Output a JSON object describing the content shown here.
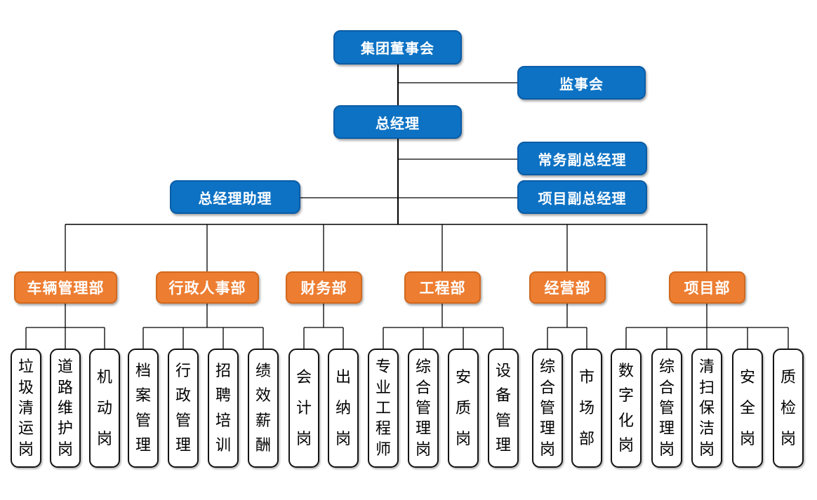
{
  "colors": {
    "executive_blue": "#0d72c4",
    "department_orange": "#ed7d31",
    "position_bg": "#ffffff",
    "position_border": "#141414",
    "line": "#000000"
  },
  "executive": {
    "board": "集团董事会",
    "supervisory": "监事会",
    "general_manager": "总经理",
    "deputy_gm_executive": "常务副总经理",
    "gm_assistant": "总经理助理",
    "deputy_gm_project": "项目副总经理"
  },
  "departments": [
    {
      "name": "车辆管理部",
      "positions": [
        "垃圾清运岗",
        "道路维护岗",
        "机动岗"
      ]
    },
    {
      "name": "行政人事部",
      "positions": [
        "档案管理",
        "行政管理",
        "招聘培训",
        "绩效薪酬"
      ]
    },
    {
      "name": "财务部",
      "positions": [
        "会计岗",
        "出纳岗"
      ]
    },
    {
      "name": "工程部",
      "positions": [
        "专业工程师",
        "综合管理岗",
        "安质岗",
        "设备管理"
      ]
    },
    {
      "name": "经营部",
      "positions": [
        "综合管理岗",
        "市场部"
      ]
    },
    {
      "name": "项目部",
      "positions": [
        "数字化岗",
        "综合管理岗",
        "清扫保洁岗",
        "安全岗",
        "质检岗"
      ]
    }
  ]
}
